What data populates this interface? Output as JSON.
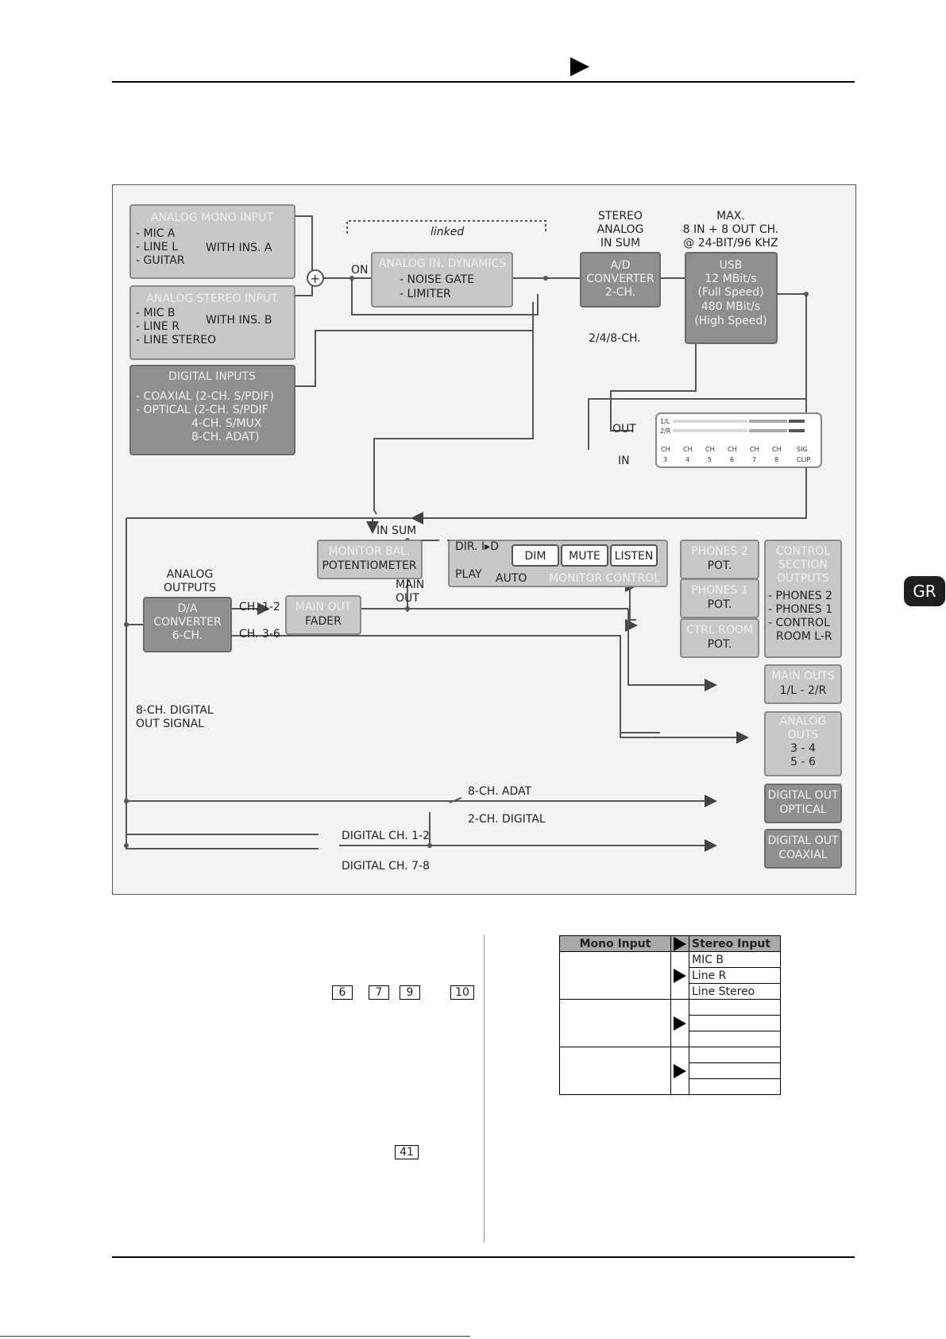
{
  "page": {
    "channel_badge": "GR",
    "references": [
      "6",
      "7",
      "9",
      "10",
      "41"
    ]
  },
  "diagram": {
    "analog_mono": {
      "title": "ANALOG MONO INPUT",
      "items": [
        "- MIC A",
        "- LINE L",
        "- GUITAR"
      ],
      "with": "WITH INS. A"
    },
    "analog_stereo": {
      "title": "ANALOG STEREO INPUT",
      "items": [
        "- MIC B",
        "- LINE R",
        "- LINE STEREO"
      ],
      "with": "WITH INS. B"
    },
    "digital_inputs": {
      "title": "DIGITAL INPUTS",
      "lines": [
        "- COAXIAL (2-CH. S/PDIF)",
        "- OPTICAL (2-CH. S/PDIF",
        "4-CH. S/MUX",
        "8-CH. ADAT)"
      ]
    },
    "linked": "linked",
    "on": "ON",
    "dynamics": {
      "title": "ANALOG IN. DYNAMICS",
      "items": [
        "- NOISE GATE",
        "- LIMITER"
      ]
    },
    "stereo_sum_label": [
      "STEREO",
      "ANALOG",
      "IN SUM"
    ],
    "ad": [
      "A/D",
      "CONVERTER",
      "2-CH."
    ],
    "max_label": [
      "MAX.",
      "8 IN + 8 OUT CH.",
      "@ 24-BIT/96 KHZ"
    ],
    "usb": [
      "USB",
      "12 MBit/s",
      "(Full Speed)",
      "480 MBit/s",
      "(High Speed)"
    ],
    "ch_248": "2/4/8-CH.",
    "out": "OUT",
    "in": "IN",
    "meter_rows": [
      "1/L",
      "2/R"
    ],
    "meter_ch_top": [
      "CH",
      "CH",
      "CH",
      "CH",
      "CH",
      "CH",
      "SIG"
    ],
    "meter_ch_bot": [
      "3",
      "4",
      "5",
      "6",
      "7",
      "8",
      "CLIP"
    ],
    "in_sum": "IN SUM",
    "monitor_bal": [
      "MONITOR BAL.",
      "POTENTIOMETER"
    ],
    "main_out_label": [
      "MAIN",
      "OUT"
    ],
    "dir": "DIR. I▸D",
    "play": "PLAY",
    "auto": "AUTO",
    "dim": "DIM",
    "mute": "MUTE",
    "listen": "LISTEN",
    "monitor_control": "MONITOR CONTROL",
    "phones2": [
      "PHONES 2",
      "POT."
    ],
    "phones1": [
      "PHONES 1",
      "POT."
    ],
    "ctrl_room": [
      "CTRL ROOM",
      "POT."
    ],
    "control_section": [
      "CONTROL",
      "SECTION",
      "OUTPUTS"
    ],
    "control_items": [
      "- PHONES 2",
      "- PHONES 1",
      "- CONTROL",
      "ROOM L-R"
    ],
    "analog_outputs_label": [
      "ANALOG",
      "OUTPUTS"
    ],
    "da": [
      "D/A",
      "CONVERTER",
      "6-CH."
    ],
    "ch12": "CH. 1-2",
    "ch36": "CH. 3-6",
    "main_out_fader": [
      "MAIN OUT",
      "FADER"
    ],
    "main_outs": [
      "MAIN OUTS",
      "1/L - 2/R"
    ],
    "analog_outs": [
      "ANALOG",
      "OUTS",
      "3 - 4",
      "5 - 6"
    ],
    "digital_signal": [
      "8-CH. DIGITAL",
      "OUT SIGNAL"
    ],
    "adat_8ch": "8-CH. ADAT",
    "digital_2ch": "2-CH. DIGITAL",
    "digital_ch12": "DIGITAL CH. 1-2",
    "digital_ch78": "DIGITAL CH. 7-8",
    "digital_out_optical": [
      "DIGITAL OUT",
      "OPTICAL"
    ],
    "digital_out_coaxial": [
      "DIGITAL OUT",
      "COAXIAL"
    ]
  },
  "table": {
    "header_mono": "Mono Input",
    "header_stereo": "Stereo Input",
    "rows": [
      {
        "stereo": [
          "MIC B",
          "Line R",
          "Line Stereo"
        ]
      },
      {
        "stereo": [
          "",
          "",
          ""
        ]
      },
      {
        "stereo": [
          "",
          "",
          ""
        ]
      }
    ]
  }
}
